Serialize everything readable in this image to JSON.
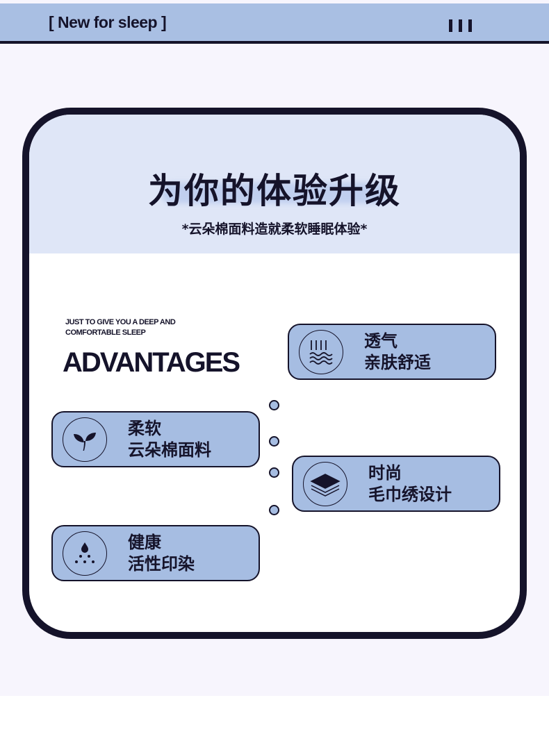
{
  "header": {
    "title": "[ New for sleep ]",
    "menu_icon": "three-bars-icon"
  },
  "card": {
    "title": "为你的体验升级",
    "subtitle": "*云朵棉面料造就柔软睡眠体验*",
    "tagline_line1": "JUST TO GIVE YOU A DEEP AND",
    "tagline_line2": "COMFORTABLE  SLEEP",
    "heading": "ADVANTAGES"
  },
  "features": [
    {
      "title": "透气",
      "desc": "亲肤舒适",
      "icon": "breathable-waves-icon"
    },
    {
      "title": "柔软",
      "desc": "云朵棉面料",
      "icon": "sprout-icon"
    },
    {
      "title": "时尚",
      "desc": "毛巾绣设计",
      "icon": "layers-icon"
    },
    {
      "title": "健康",
      "desc": "活性印染",
      "icon": "dye-drop-icon"
    }
  ],
  "colors": {
    "accent": "#a6bde2",
    "dark": "#15132a",
    "light": "#dfe6f7"
  }
}
